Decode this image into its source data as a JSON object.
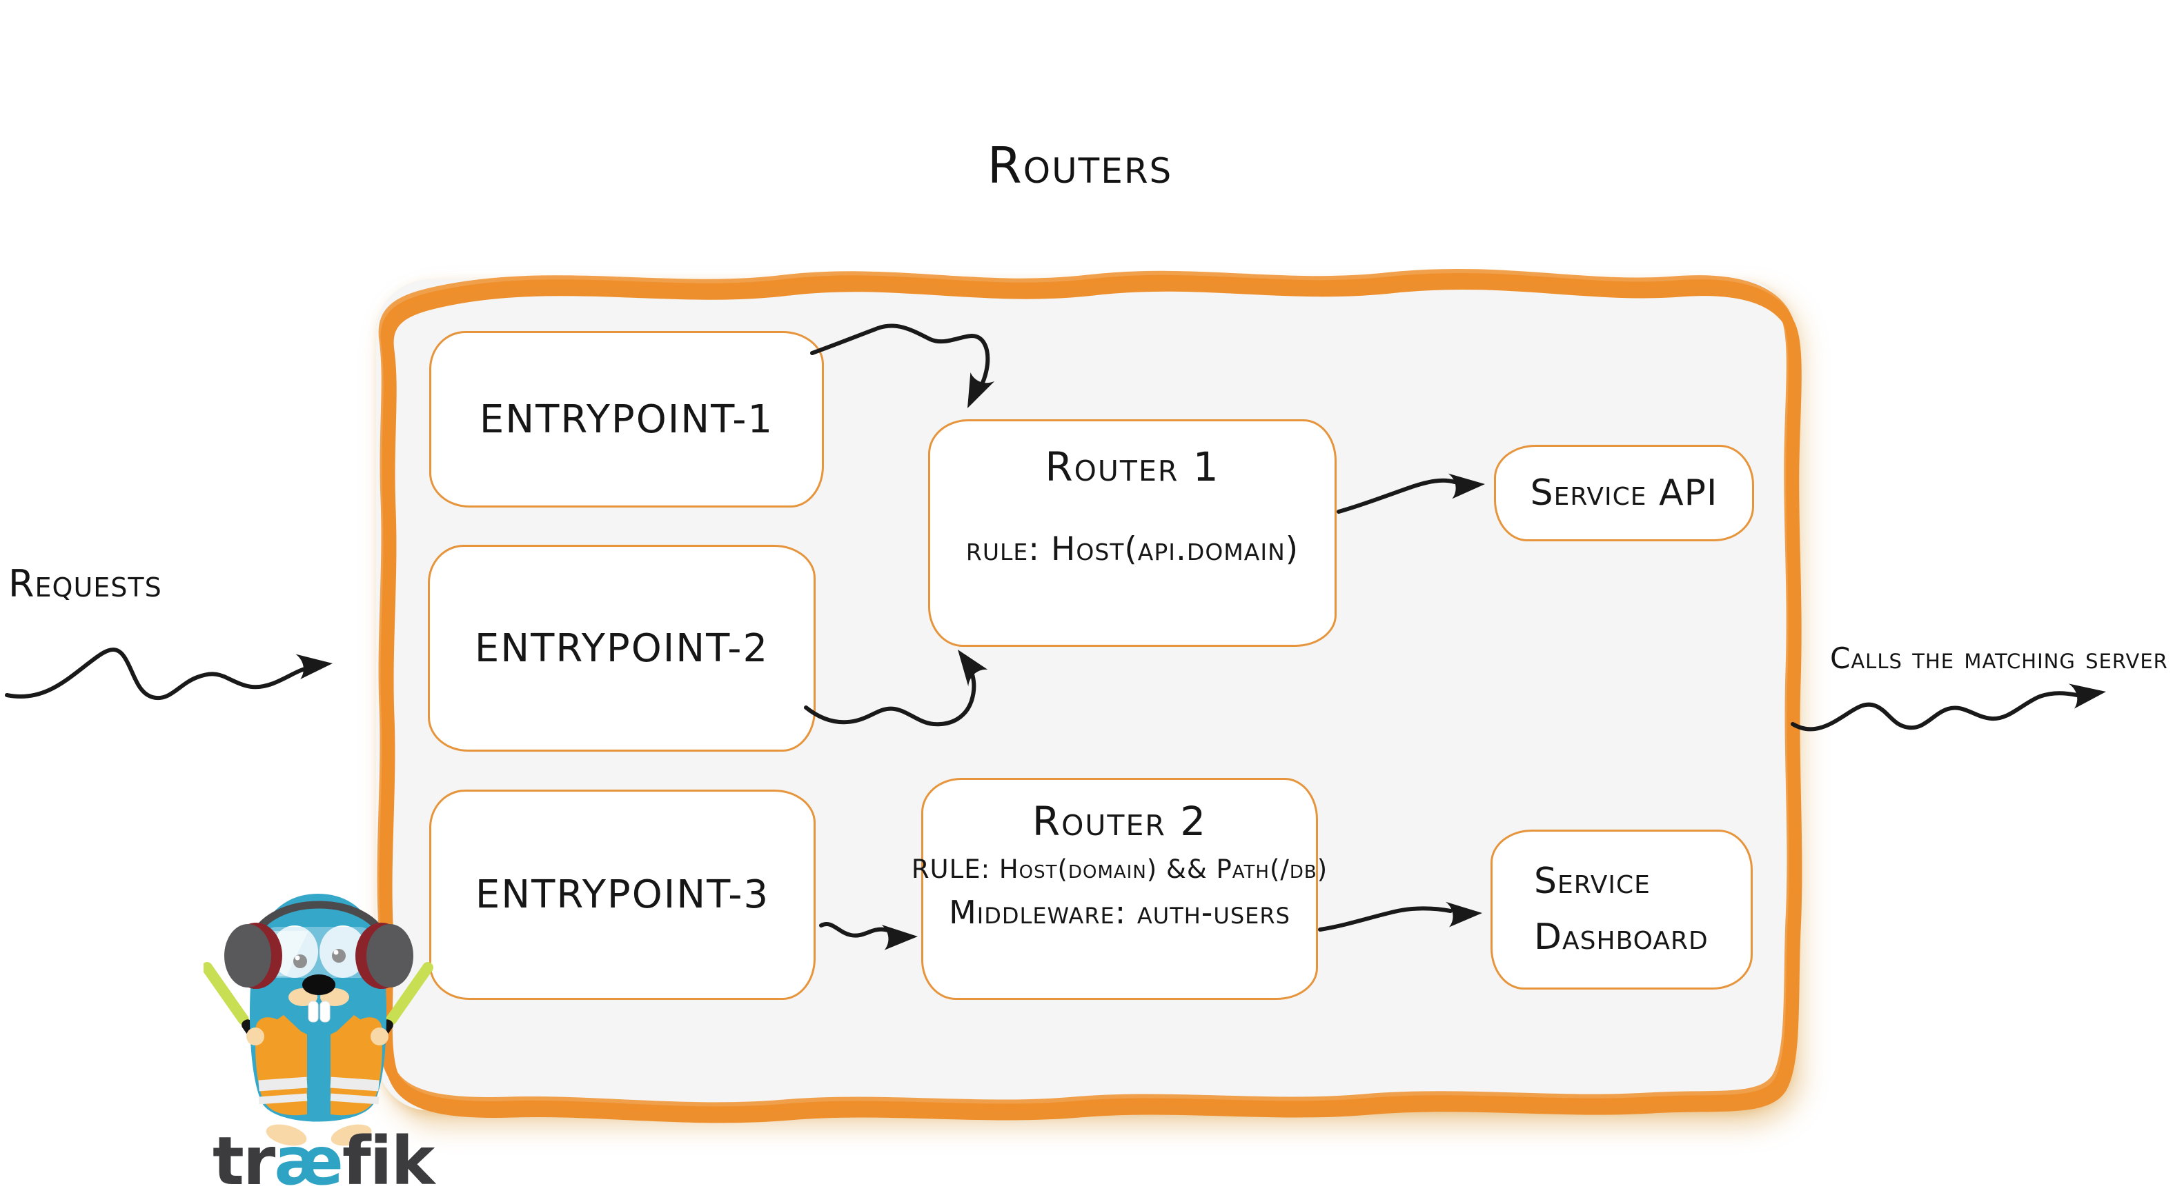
{
  "diagram": {
    "title": "Routers",
    "annotations": {
      "incoming_label": "Requests",
      "outgoing_label": "Calls the matching server"
    },
    "entrypoints": [
      {
        "label": "entrypoint-1"
      },
      {
        "label": "entrypoint-2"
      },
      {
        "label": "entrypoint-3"
      }
    ],
    "routers": [
      {
        "name": "Router 1",
        "rule": "rule: Host(api.domain)"
      },
      {
        "name": "Router 2",
        "rule": "RULE: Host(domain) && Path(/db)",
        "middleware": "Middleware: auth-users"
      }
    ],
    "services": [
      {
        "line1": "Service API"
      },
      {
        "line1": "Service",
        "line2": "Dashboard"
      }
    ],
    "logo": {
      "word_pre": "tr",
      "word_mid": "æ",
      "word_post": "fik"
    },
    "colors": {
      "brush_orange": "#ee8f2d",
      "box_border_orange": "#e6953c",
      "container_fill": "#f5f5f5",
      "ink": "#161616",
      "traefik_teal": "#2fa3c4",
      "vest_orange": "#f29e26",
      "wand_green": "#c9df53"
    }
  }
}
